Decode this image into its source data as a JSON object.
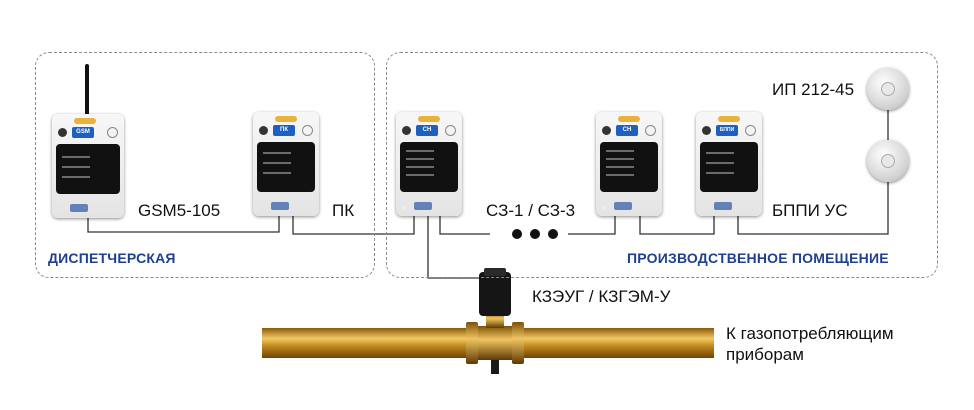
{
  "zones": {
    "dispatch": {
      "label": "ДИСПЕТЧЕРСКАЯ"
    },
    "production": {
      "label": "ПРОИЗВОДСТВЕННОЕ ПОМЕЩЕНИЕ"
    }
  },
  "devices": {
    "gsm": {
      "label": "GSM5-105",
      "badge": "GSM"
    },
    "pk": {
      "label": "ПК",
      "badge": "ПК"
    },
    "sz": {
      "label": "СЗ-1 / СЗ-3",
      "badge": "СН"
    },
    "sz2": {
      "badge": "СН"
    },
    "bppi": {
      "label": "БППИ УС",
      "badge": "БППИ"
    }
  },
  "detector": {
    "label": "ИП 212-45"
  },
  "valve": {
    "label": "КЗЭУГ / КЗГЭМ-У"
  },
  "pipe": {
    "label_line1": "К газопотребляющим",
    "label_line2": "приборам"
  },
  "colors": {
    "accent": "#1f3f8f",
    "pipe": "#c08a1e",
    "device_badge": "#1f5fbf"
  }
}
